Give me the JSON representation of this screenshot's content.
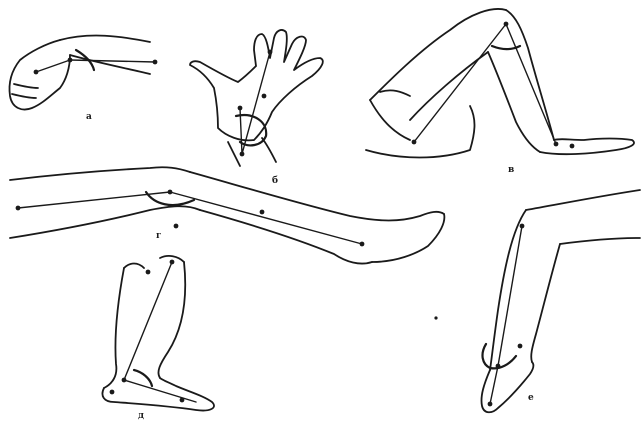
{
  "figure": {
    "panels": [
      {
        "id": "a",
        "label": "а",
        "subject": "wrist-extension"
      },
      {
        "id": "b",
        "label": "б",
        "subject": "hand-palm"
      },
      {
        "id": "v",
        "label": "в",
        "subject": "knee-flexed"
      },
      {
        "id": "g",
        "label": "г",
        "subject": "knee-extended"
      },
      {
        "id": "d",
        "label": "д",
        "subject": "ankle-lateral"
      },
      {
        "id": "e",
        "label": "е",
        "subject": "ankle-medial"
      }
    ],
    "ink_color": "#1a1a1a",
    "background": "#ffffff"
  }
}
